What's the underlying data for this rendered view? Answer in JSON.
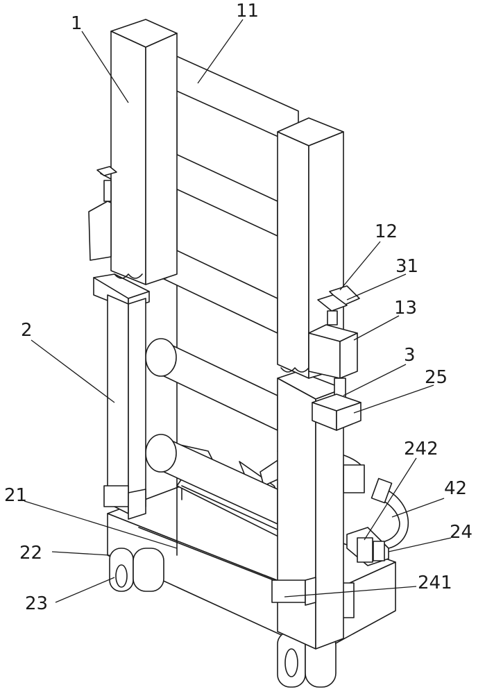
{
  "figure": {
    "labels": {
      "l1": "1",
      "l11": "11",
      "l12": "12",
      "l31": "31",
      "l13": "13",
      "l3": "3",
      "l25": "25",
      "l2": "2",
      "l242": "242",
      "l42": "42",
      "l21": "21",
      "l24": "24",
      "l22": "22",
      "l241": "241",
      "l23": "23"
    }
  }
}
